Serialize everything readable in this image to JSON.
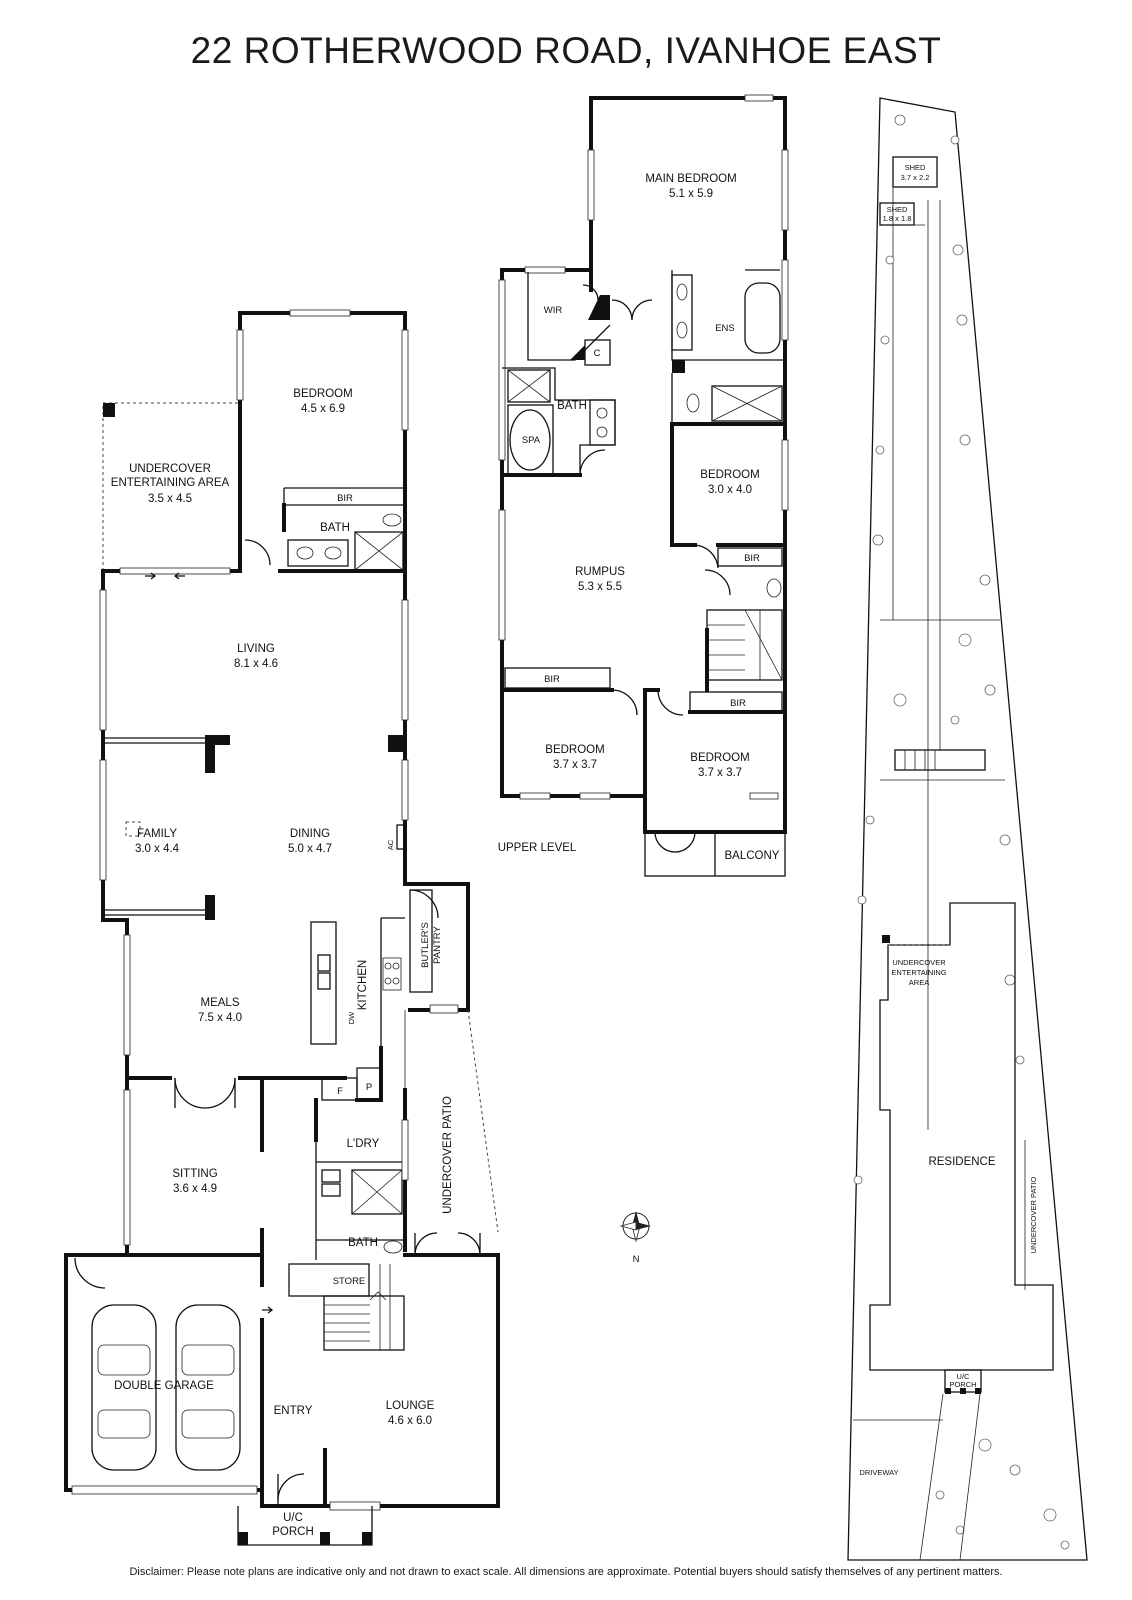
{
  "title": "22 ROTHERWOOD ROAD, IVANHOE EAST",
  "disclaimer": "Disclaimer: Please note plans are indicative only and not drawn to exact scale. All dimensions are approximate. Potential buyers should satisfy themselves of any pertinent matters.",
  "ground_floor": {
    "bedroom": {
      "name": "BEDROOM",
      "size": "4.5 x 6.9"
    },
    "bir": "BIR",
    "bath": "BATH",
    "undercover_entertaining": {
      "name1": "UNDERCOVER",
      "name2": "ENTERTAINING AREA",
      "size": "3.5 x 4.5"
    },
    "living": {
      "name": "LIVING",
      "size": "8.1 x 4.6"
    },
    "family": {
      "name": "FAMILY",
      "size": "3.0 x 4.4"
    },
    "dining": {
      "name": "DINING",
      "size": "5.0 x 4.7"
    },
    "ac": "AC",
    "butlers_pantry": {
      "line1": "BUTLER'S",
      "line2": "PANTRY"
    },
    "kitchen": "KITCHEN",
    "dw": "DW",
    "meals": {
      "name": "MEALS",
      "size": "7.5 x 4.0"
    },
    "f": "F",
    "p": "P",
    "ldry": "L'DRY",
    "undercover_patio": "UNDERCOVER PATIO",
    "sitting": {
      "name": "SITTING",
      "size": "3.6 x 4.9"
    },
    "bath2": "BATH",
    "store": "STORE",
    "double_garage": "DOUBLE GARAGE",
    "entry": "ENTRY",
    "lounge": {
      "name": "LOUNGE",
      "size": "4.6 x 6.0"
    },
    "uc_porch": {
      "line1": "U/C",
      "line2": "PORCH"
    }
  },
  "upper_level": {
    "label": "UPPER LEVEL",
    "main_bedroom": {
      "name": "MAIN BEDROOM",
      "size": "5.1 x 5.9"
    },
    "wir": "WIR",
    "c": "C",
    "ens": "ENS",
    "bath": "BATH",
    "spa": "SPA",
    "bedroom_a": {
      "name": "BEDROOM",
      "size": "3.0 x 4.0"
    },
    "bir": "BIR",
    "rumpus": {
      "name": "RUMPUS",
      "size": "5.3 x 5.5"
    },
    "bedroom_b": {
      "name": "BEDROOM",
      "size": "3.7 x 3.7"
    },
    "bedroom_c": {
      "name": "BEDROOM",
      "size": "3.7 x 3.7"
    },
    "balcony": "BALCONY"
  },
  "site_plan": {
    "shed1": {
      "name": "SHED",
      "size": "3.7 x 2.2"
    },
    "shed2": {
      "name": "SHED",
      "size": "1.8 x 1.8"
    },
    "undercover_entertaining": {
      "line1": "UNDERCOVER",
      "line2": "ENTERTAINING",
      "line3": "AREA"
    },
    "residence": "RESIDENCE",
    "undercover_patio": "UNDERCOVER PATIO",
    "uc_porch": {
      "line1": "U/C",
      "line2": "PORCH"
    },
    "driveway": "DRIVEWAY"
  },
  "compass": {
    "label": "N"
  }
}
